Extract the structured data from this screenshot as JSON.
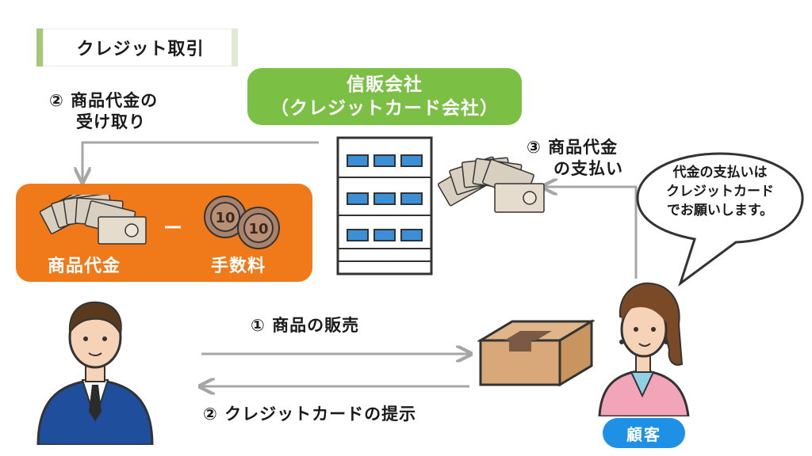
{
  "title": "クレジット取引",
  "company": {
    "line1": "信販会社",
    "line2": "（クレジットカード会社）"
  },
  "labels": {
    "receive_line1": "② 商品代金の",
    "receive_line2": "受け取り",
    "pay_line1": "③ 商品代金",
    "pay_line2": "の支払い",
    "sale": "① 商品の販売",
    "present": "② クレジットカードの提示"
  },
  "orange_box": {
    "left_caption": "商品代金",
    "minus": "ー",
    "right_caption": "手数料",
    "coin_text": "10"
  },
  "speech": {
    "line1": "代金の支払いは",
    "line2": "クレジットカード",
    "line3": "でお願いします。"
  },
  "customer_label": "顧客",
  "colors": {
    "company_green": "#7cbf45",
    "orange": "#f07a1a",
    "customer_blue": "#1e90e6",
    "arrow_gray": "#a6a6a6"
  }
}
